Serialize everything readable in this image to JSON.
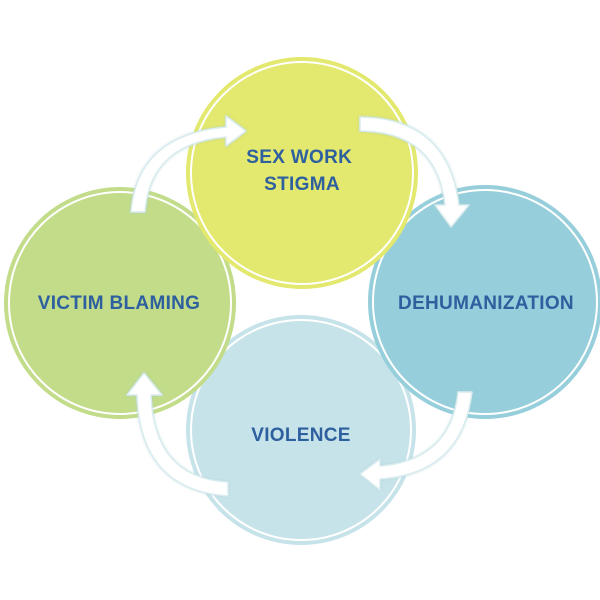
{
  "diagram": {
    "nodes": [
      {
        "id": "stigma",
        "lines": [
          "SEX WORK",
          "STIGMA"
        ],
        "fill": "#e3e86e",
        "ring": "#ffffff"
      },
      {
        "id": "dehumanization",
        "lines": [
          "DEHUMANIZATION"
        ],
        "fill": "#96cfdb",
        "ring": "#ffffff"
      },
      {
        "id": "violence",
        "lines": [
          "VIOLENCE"
        ],
        "fill": "#c7e3ea",
        "ring": "#ffffff"
      },
      {
        "id": "victim-blaming",
        "lines": [
          "VICTIM BLAMING"
        ],
        "fill": "#c2dc8a",
        "ring": "#ffffff"
      }
    ],
    "label_color": "#2e5f9e",
    "arrow_color": "#ffffff",
    "arrow_outline": "#d9ecef",
    "cycle_direction": "clockwise"
  }
}
